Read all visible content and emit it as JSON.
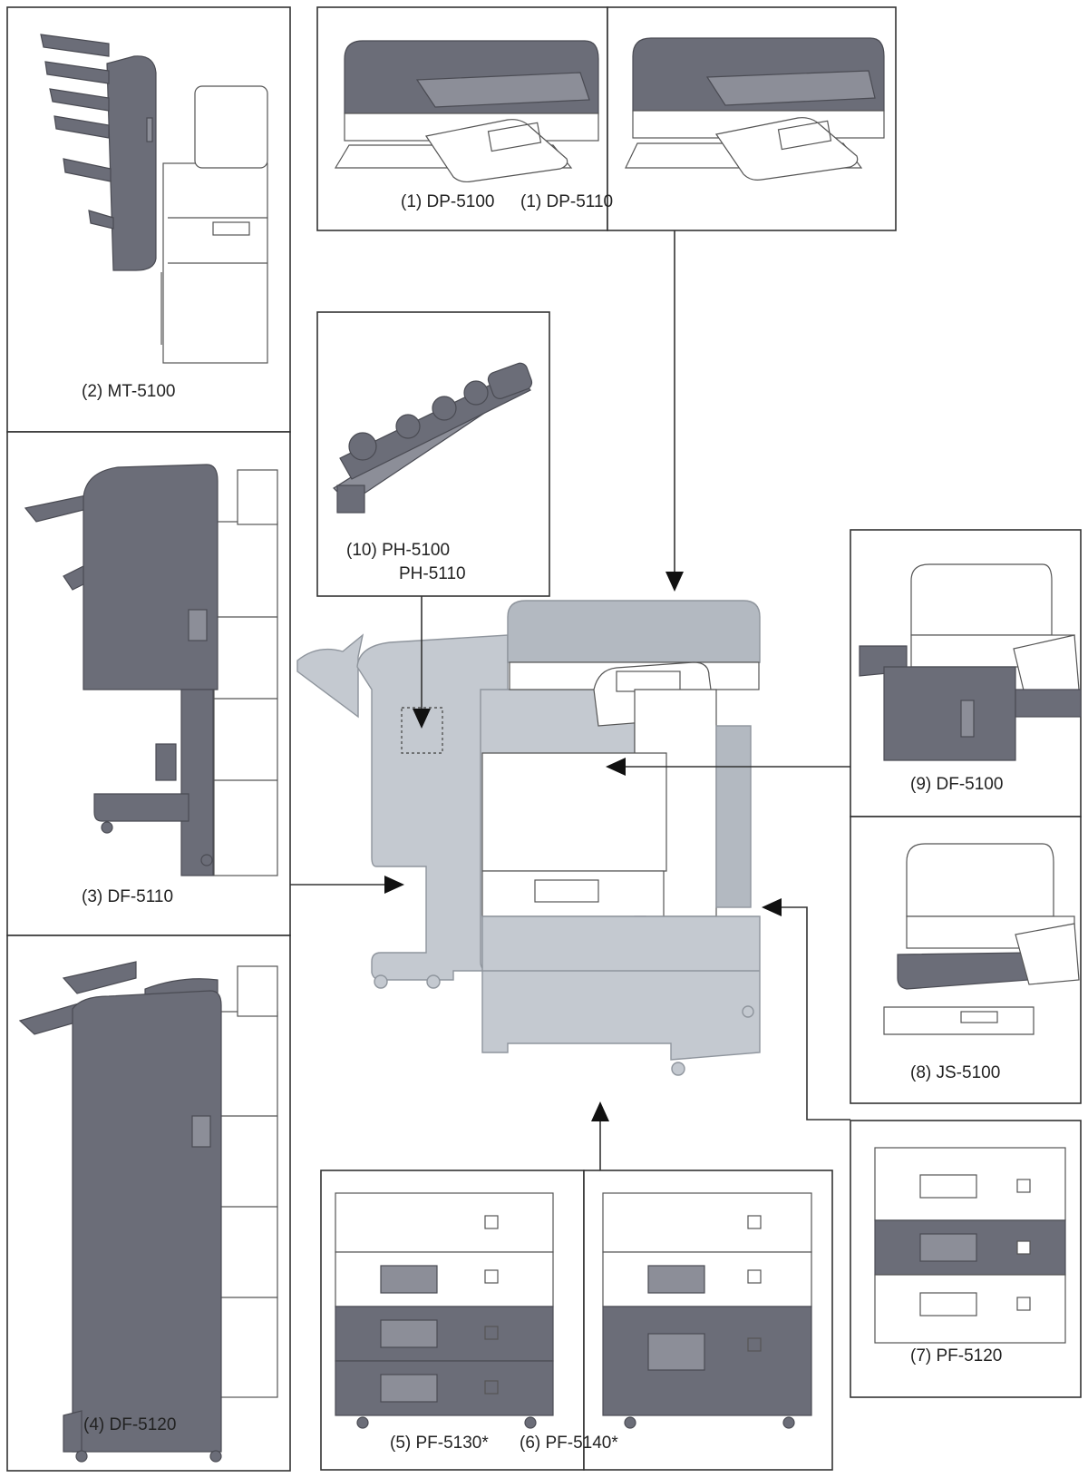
{
  "labels": {
    "dp5100": "(1) DP-5100",
    "dp5110": "(1) DP-5110",
    "mt5100": "(2) MT-5100",
    "df5110": "(3) DF-5110",
    "df5120": "(4) DF-5120",
    "pf5130": "(5) PF-5130*",
    "pf5140": "(6) PF-5140*",
    "pf5120": "(7) PF-5120",
    "js5100": "(8) JS-5100",
    "df5100": "(9) DF-5100",
    "ph_line1": "(10) PH-5100",
    "ph_line2": "PH-5110"
  },
  "colors": {
    "main_unit_fill": "#c4c9d0",
    "option_dark": "#6b6d78",
    "option_medium": "#8c8e98",
    "outline": "#333333"
  }
}
